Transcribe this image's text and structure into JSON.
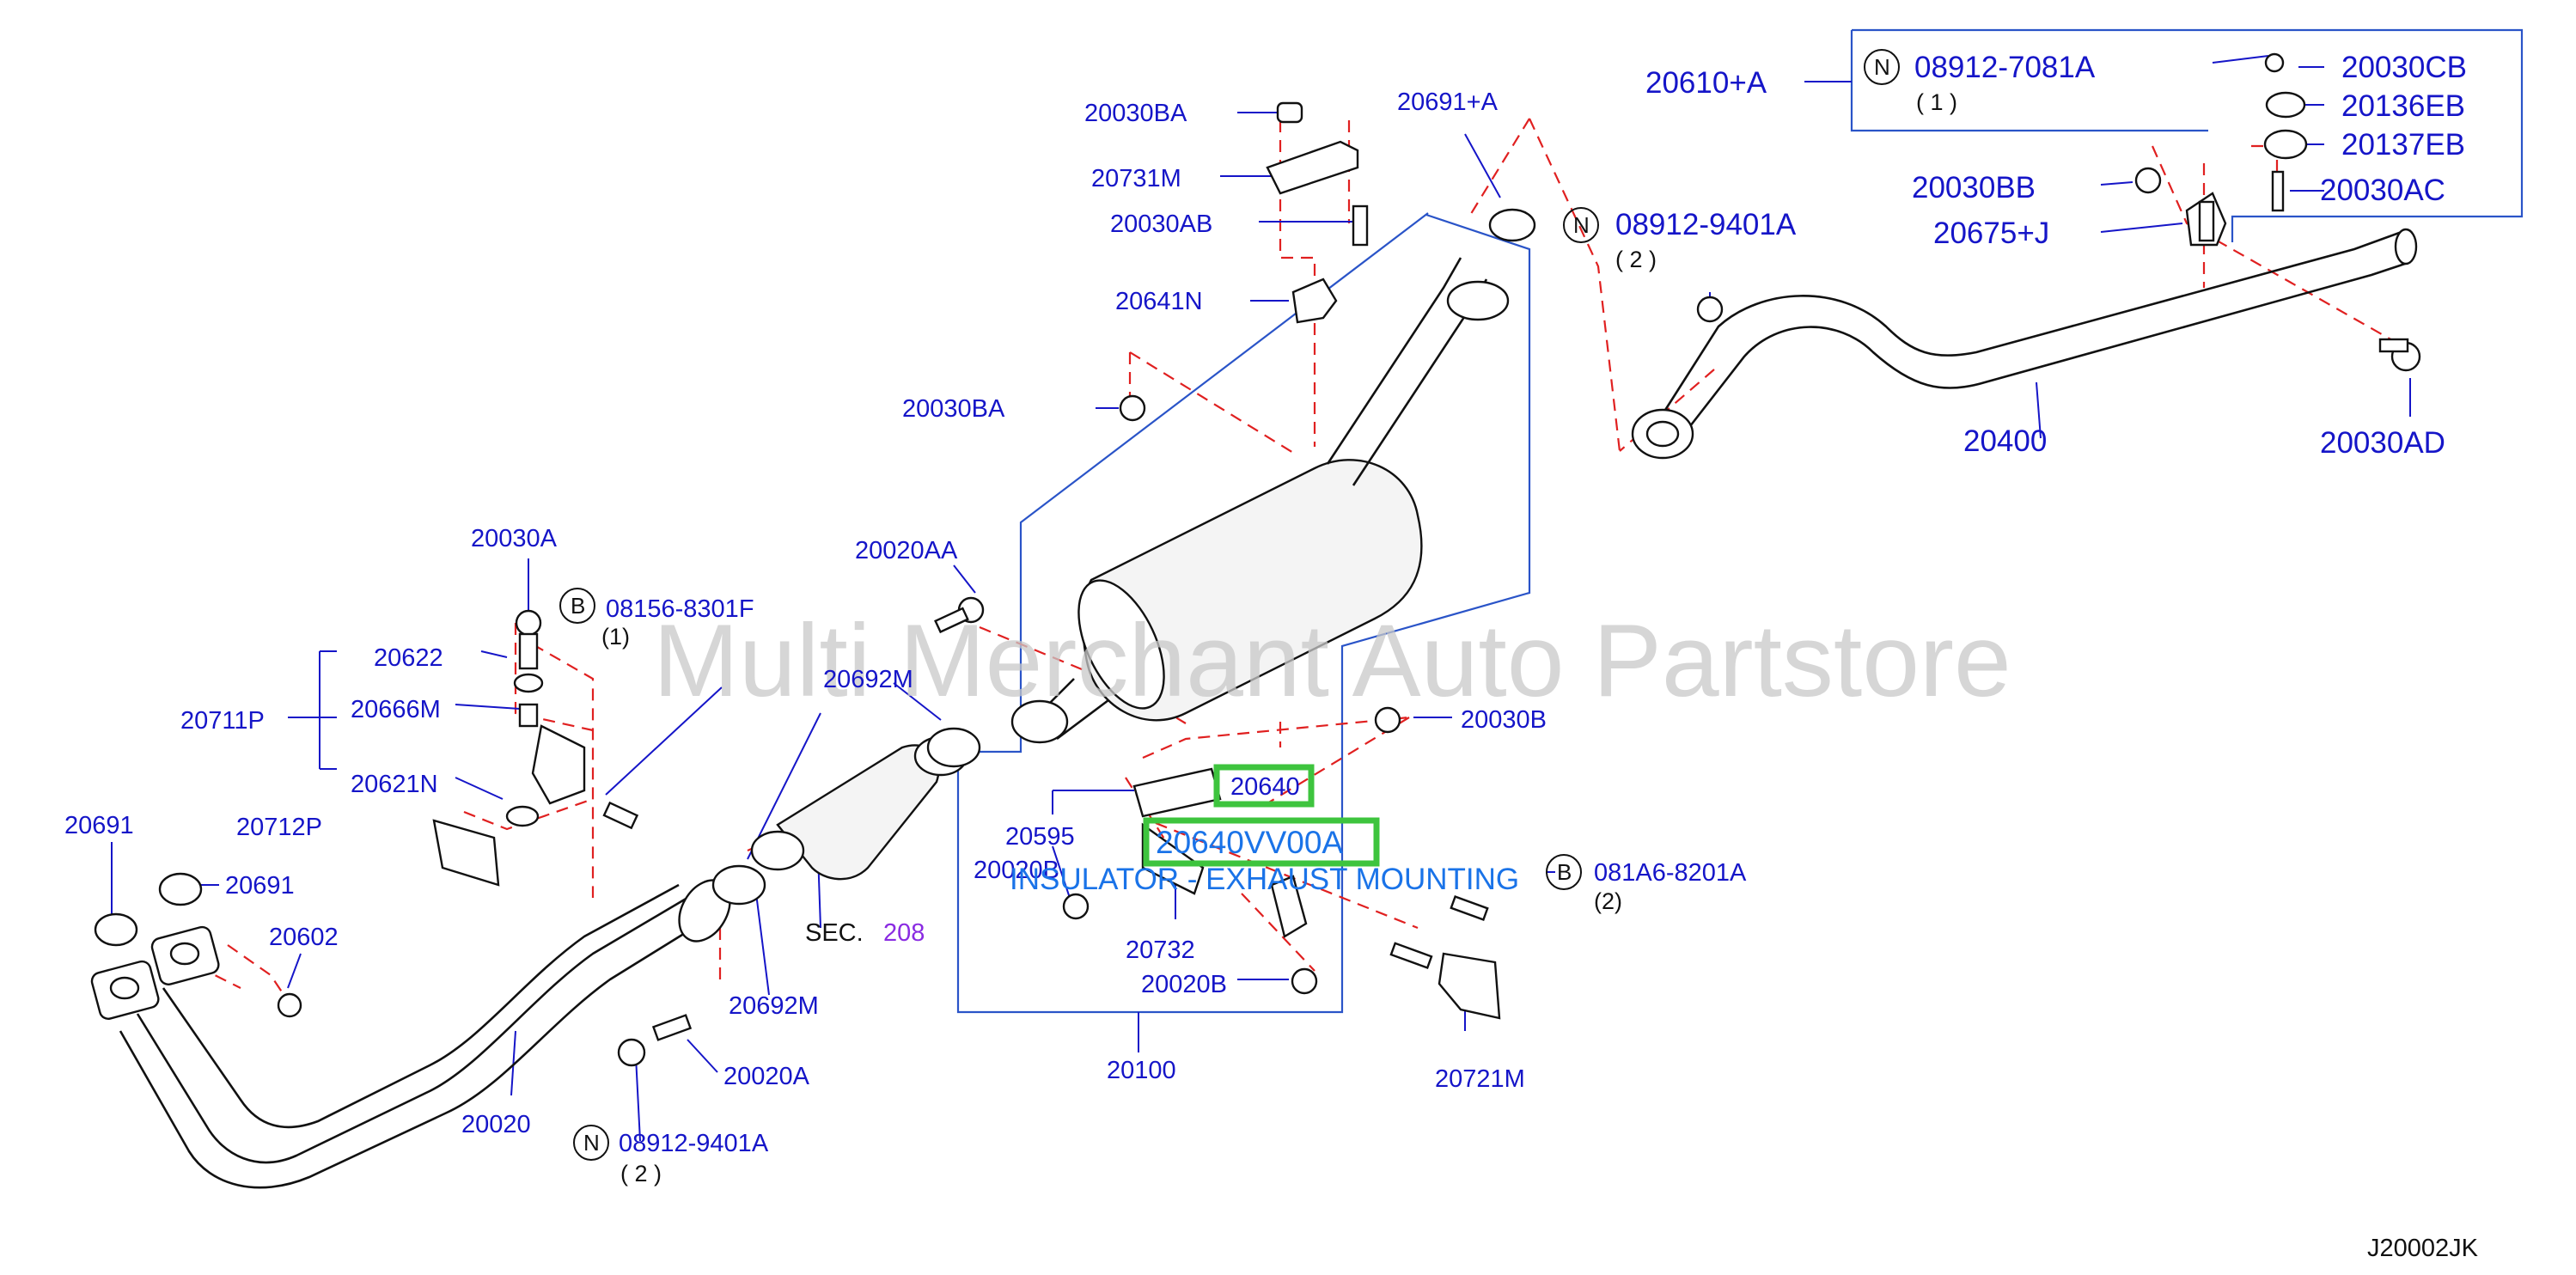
{
  "labels": {
    "p20030BA_top": "20030BA",
    "p20731M": "20731M",
    "p20030AB": "20030AB",
    "p20641N": "20641N",
    "p20030BA_mid": "20030BA",
    "p20691A": "20691+A",
    "p20610A": "20610+A",
    "n08912_7081A": "08912-7081A",
    "n08912_7081A_qty": "( 1 )",
    "p20030CB": "20030CB",
    "p20136EB": "20136EB",
    "p20137EB": "20137EB",
    "p20030BB": "20030BB",
    "p20030AC": "20030AC",
    "p20675J": "20675+J",
    "n08912_9401A_top": "08912-9401A",
    "n08912_9401A_top_qty": "( 2 )",
    "p20400": "20400",
    "p20030AD": "20030AD",
    "p20020AA": "20020AA",
    "p20030A": "20030A",
    "b08156_8301F": "08156-8301F",
    "b08156_8301F_qty": "(1)",
    "p20622": "20622",
    "p20711P": "20711P",
    "p20666M": "20666M",
    "p20621N": "20621N",
    "p20712P": "20712P",
    "p20691_left": "20691",
    "p20691_mid": "20691",
    "p20602": "20602",
    "p20692M_top": "20692M",
    "p20692M_bottom": "20692M",
    "p20030B": "20030B",
    "p20640": "20640",
    "p20595": "20595",
    "p20020B_left": "20020B",
    "p20732": "20732",
    "p20020B_bottom": "20020B",
    "p20100": "20100",
    "b081A6_8201A": "081A6-8201A",
    "b081A6_8201A_qty": "(2)",
    "p20721M": "20721M",
    "p20020A": "20020A",
    "p20020": "20020",
    "n08912_9401A_bottom": "08912-9401A",
    "n08912_9401A_bottom_qty": "( 2 )",
    "sec_prefix": "SEC.",
    "sec_number": "208",
    "highlight_part": "20640VV00A",
    "highlight_desc": "INSULATOR - EXHAUST MOUNTING",
    "diagram_code": "J20002JK"
  },
  "markers": {
    "n": "N",
    "b": "B"
  },
  "watermark": "Multi Merchant Auto Partstore",
  "colors": {
    "part_number": "#1515c8",
    "leader": "#1515c8",
    "dashed_guide": "#e02020",
    "highlight_box": "#3ec43e",
    "highlight_text": "#1a73e8",
    "section_ref": "#8a2be2",
    "watermark": "#c8c8c8"
  }
}
